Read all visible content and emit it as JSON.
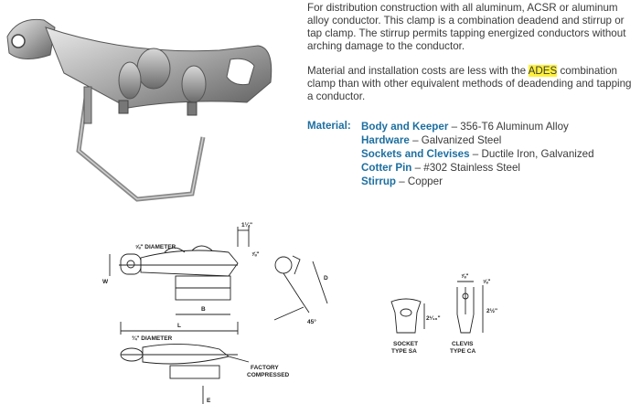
{
  "description": {
    "p1": "For distribution construction with all aluminum, ACSR or aluminum alloy conductor. This clamp is a combination deadend and stirrup or tap clamp. The stirrup permits tapping energized conductors without arching damage to the conductor.",
    "p2_before": "Material and installation costs are less with the ",
    "p2_highlight": "ADES",
    "p2_after": " combination clamp than with other equivalent methods of deadending and tapping a conductor."
  },
  "materials": {
    "label": "Material:",
    "items": [
      {
        "key": "Body and Keeper",
        "value": " – 356-T6 Aluminum Alloy"
      },
      {
        "key": "Hardware",
        "value": " – Galvanized Steel"
      },
      {
        "key": "Sockets and Clevises",
        "value": " – Ductile Iron, Galvanized"
      },
      {
        "key": "Cotter Pin",
        "value": " – #302 Stainless Steel"
      },
      {
        "key": "Stirrup",
        "value": " – Copper"
      }
    ]
  },
  "drawing_labels": {
    "dim_top": "1¼\"",
    "dim_78a": "⅞\"",
    "dia_58": "⅝\" DIAMETER",
    "dia_34": "¾\" DIAMETER",
    "w": "W",
    "b": "B",
    "l": "L",
    "d": "D",
    "e": "E",
    "angle": "45°",
    "factory": "FACTORY",
    "compressed": "COMPRESSED",
    "socket": "SOCKET",
    "socket_type": "TYPE SA",
    "clevis": "CLEVIS",
    "clevis_type": "TYPE CA",
    "dim_78b": "⅞\"",
    "dim_58b": "⅝\"",
    "dim_2116": "2¹⁄₁₆\"",
    "dim_212": "2½\""
  }
}
